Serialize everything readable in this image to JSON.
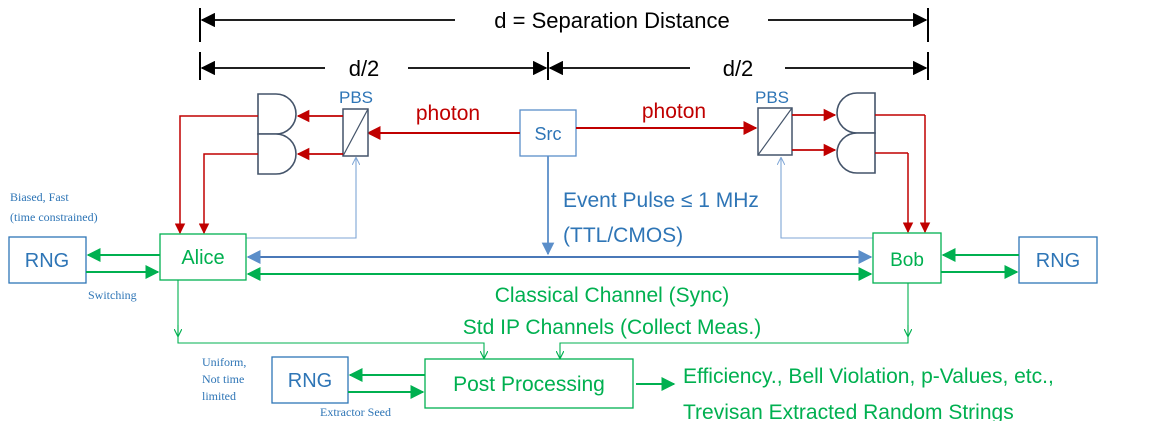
{
  "title": "d = Separation Distance",
  "half_left": "d/2",
  "half_right": "d/2",
  "source": {
    "label": "Src"
  },
  "photon_left": "photon",
  "photon_right": "photon",
  "pbs_left": "PBS",
  "pbs_right": "PBS",
  "alice": {
    "label": "Alice"
  },
  "bob": {
    "label": "Bob"
  },
  "rng_alice": "RNG",
  "rng_bob": "RNG",
  "rng_post": "RNG",
  "alice_rng_note_line1": "Biased, Fast",
  "alice_rng_note_line2": "(time constrained)",
  "switching": "Switching",
  "event_pulse_line1": "Event Pulse ≤ 1 MHz",
  "event_pulse_line2": "(TTL/CMOS)",
  "classical_channel": "Classical Channel (Sync)",
  "std_ip_channels": "Std IP Channels (Collect Meas.)",
  "post_processing": "Post Processing",
  "uniform_note_line1": "Uniform,",
  "uniform_note_line2": "Not time",
  "uniform_note_line3": "limited",
  "extractor_seed": "Extractor  Seed",
  "output_line1": "Efficiency., Bell Violation, p-Values, etc.,",
  "output_line2": "Trevisan Extracted Random Strings",
  "colors": {
    "red": "#c00000",
    "green": "#00b050",
    "blue": "#2e75b6",
    "slate": "#44546a",
    "steel": "#5b8ec9",
    "black": "#000000"
  }
}
